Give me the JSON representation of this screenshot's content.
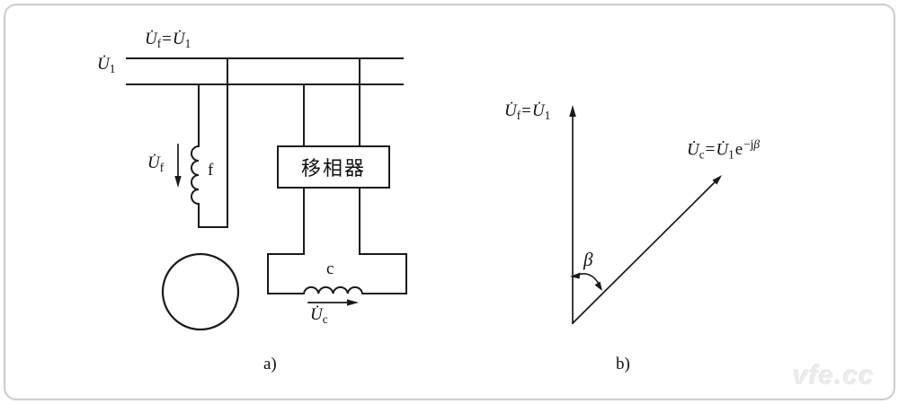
{
  "figure": {
    "caption_a": "a)",
    "caption_b": "b)",
    "watermark": "vfe.cc",
    "colors": {
      "line": "#1a1a1a",
      "border": "#cfcfcf",
      "watermark": "#ececec"
    }
  },
  "circuit": {
    "bus_label_top": [
      {
        "t": "U̇",
        "c": "i"
      },
      {
        "t": "f",
        "c": "s"
      },
      {
        "t": "=",
        "c": "n"
      },
      {
        "t": "U̇",
        "c": "i"
      },
      {
        "t": "1",
        "c": "s"
      }
    ],
    "bus_label_left": [
      {
        "t": "U̇",
        "c": "i"
      },
      {
        "t": "1",
        "c": "s"
      }
    ],
    "field_voltage_label": [
      {
        "t": "U̇",
        "c": "i"
      },
      {
        "t": "f",
        "c": "s"
      }
    ],
    "field_winding_label": "f",
    "phase_shifter_label": "移相器",
    "control_winding_label": "c",
    "control_voltage_label": [
      {
        "t": "U̇",
        "c": "i"
      },
      {
        "t": "c",
        "c": "s"
      }
    ]
  },
  "phasor": {
    "vertical_label": [
      {
        "t": "U̇",
        "c": "i"
      },
      {
        "t": "f",
        "c": "s"
      },
      {
        "t": "=",
        "c": "n"
      },
      {
        "t": "U̇",
        "c": "i"
      },
      {
        "t": "1",
        "c": "s"
      }
    ],
    "diagonal_label": [
      {
        "t": "U̇",
        "c": "i"
      },
      {
        "t": "c",
        "c": "s"
      },
      {
        "t": "=",
        "c": "n"
      },
      {
        "t": "U̇",
        "c": "i"
      },
      {
        "t": "1",
        "c": "s"
      },
      {
        "t": "e",
        "c": "n"
      },
      {
        "t": "−j",
        "c": "p"
      },
      {
        "t": "β",
        "c": "pi"
      }
    ],
    "angle_label": "β"
  }
}
